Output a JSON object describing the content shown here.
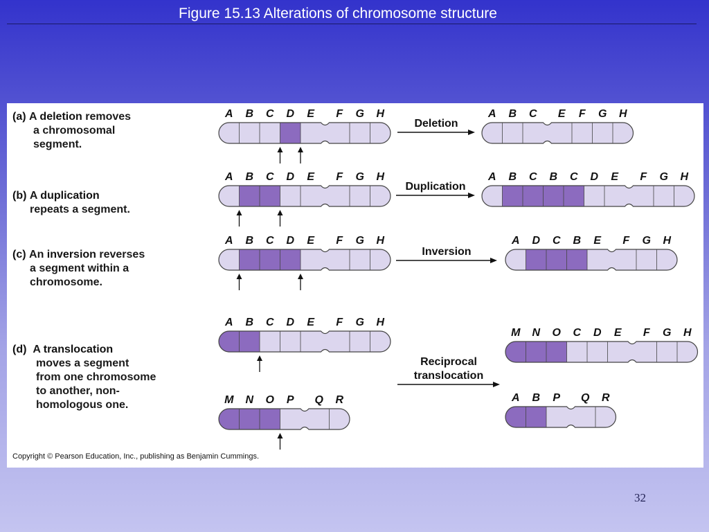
{
  "slide": {
    "title": "Figure 15.13  Alterations of chromosome structure",
    "page_number": "32",
    "copyright": "Copyright © Pearson Education, Inc., publishing as Benjamin Cummings."
  },
  "colors": {
    "background_top": "#3333cc",
    "background_bottom": "#c4c4f0",
    "segment_light": "#dcd6ee",
    "segment_dark": "#8c6bbf",
    "outline": "#444444"
  },
  "panels": [
    {
      "id": "a",
      "label": "(a)",
      "lines": [
        {
          "pre": "A ",
          "term": "deletion",
          "post": " removes"
        },
        {
          "pre": "a chromosomal",
          "term": "",
          "post": ""
        },
        {
          "pre": "segment.",
          "term": "",
          "post": ""
        }
      ],
      "process": "Deletion",
      "before": [
        {
          "letters": [
            "A",
            "B",
            "C",
            "D",
            "E",
            "F",
            "G",
            "H"
          ],
          "dark": [
            3
          ],
          "arrows_after_segment": [
            2,
            3
          ]
        }
      ],
      "after": [
        {
          "letters": [
            "A",
            "B",
            "C",
            "E",
            "F",
            "G",
            "H"
          ],
          "dark": []
        }
      ]
    },
    {
      "id": "b",
      "label": "(b)",
      "lines": [
        {
          "pre": "A ",
          "term": "duplication",
          "post": ""
        },
        {
          "pre": "repeats a segment.",
          "term": "",
          "post": ""
        }
      ],
      "process": "Duplication",
      "before": [
        {
          "letters": [
            "A",
            "B",
            "C",
            "D",
            "E",
            "F",
            "G",
            "H"
          ],
          "dark": [
            1,
            2
          ],
          "arrows_after_segment": [
            0,
            2
          ]
        }
      ],
      "after": [
        {
          "letters": [
            "A",
            "B",
            "C",
            "B",
            "C",
            "D",
            "E",
            "F",
            "G",
            "H"
          ],
          "dark": [
            1,
            2,
            3,
            4
          ]
        }
      ]
    },
    {
      "id": "c",
      "label": "(c)",
      "lines": [
        {
          "pre": "An ",
          "term": "inversion",
          "post": " reverses"
        },
        {
          "pre": "a segment within a",
          "term": "",
          "post": ""
        },
        {
          "pre": "chromosome.",
          "term": "",
          "post": ""
        }
      ],
      "process": "Inversion",
      "before": [
        {
          "letters": [
            "A",
            "B",
            "C",
            "D",
            "E",
            "F",
            "G",
            "H"
          ],
          "dark": [
            1,
            2,
            3
          ],
          "arrows_after_segment": [
            0,
            3
          ]
        }
      ],
      "after": [
        {
          "letters": [
            "A",
            "D",
            "C",
            "B",
            "E",
            "F",
            "G",
            "H"
          ],
          "dark": [
            1,
            2,
            3
          ]
        }
      ]
    },
    {
      "id": "d",
      "label": "(d)",
      "lines": [
        {
          "pre": "A ",
          "term": "translocation",
          "post": ""
        },
        {
          "pre": "moves a segment",
          "term": "",
          "post": ""
        },
        {
          "pre": "from one chromosome",
          "term": "",
          "post": ""
        },
        {
          "pre": "to another, non-",
          "term": "",
          "post": ""
        },
        {
          "pre": "homologous one.",
          "term": "",
          "post": ""
        }
      ],
      "process": "Reciprocal translocation",
      "process_lines": [
        "Reciprocal",
        "translocation"
      ],
      "before": [
        {
          "letters": [
            "A",
            "B",
            "C",
            "D",
            "E",
            "F",
            "G",
            "H"
          ],
          "dark": [
            0,
            1
          ],
          "arrows_after_segment": [
            1
          ]
        },
        {
          "letters": [
            "M",
            "N",
            "O",
            "P",
            "Q",
            "R"
          ],
          "dark": [
            0,
            1,
            2
          ],
          "arrows_after_segment": [
            2
          ]
        }
      ],
      "after": [
        {
          "letters": [
            "M",
            "N",
            "O",
            "C",
            "D",
            "E",
            "F",
            "G",
            "H"
          ],
          "dark": [
            0,
            1,
            2
          ]
        },
        {
          "letters": [
            "A",
            "B",
            "P",
            "Q",
            "R"
          ],
          "dark": [
            0,
            1
          ]
        }
      ]
    }
  ]
}
